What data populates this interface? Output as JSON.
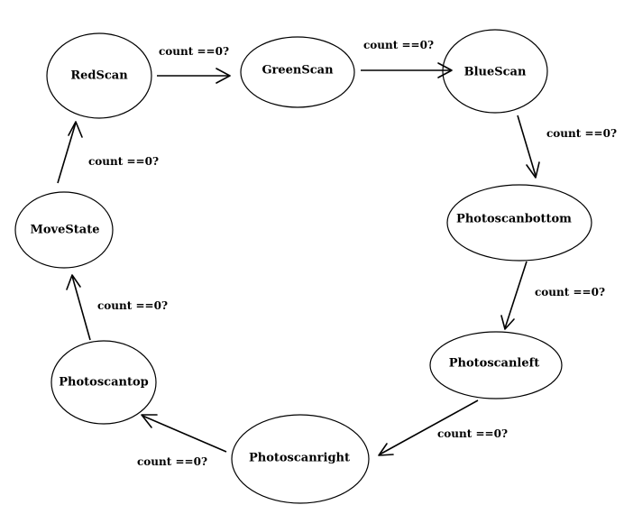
{
  "diagram": {
    "states": {
      "red_scan": "RedScan",
      "green_scan": "GreenScan",
      "blue_scan": "BlueScan",
      "photoscan_bottom": "Photoscanbottom",
      "photoscan_left": "Photoscanleft",
      "photoscan_right": "Photoscanright",
      "photoscan_top": "Photoscantop",
      "move_state": "MoveState"
    },
    "transitions": {
      "red_to_green": "count ==0?",
      "green_to_blue": "count ==0?",
      "blue_to_bottom": "count ==0?",
      "bottom_to_left": "count ==0?",
      "left_to_right": "count ==0?",
      "right_to_top": "count ==0?",
      "top_to_move": "count ==0?",
      "move_to_red": "count ==0?"
    }
  }
}
